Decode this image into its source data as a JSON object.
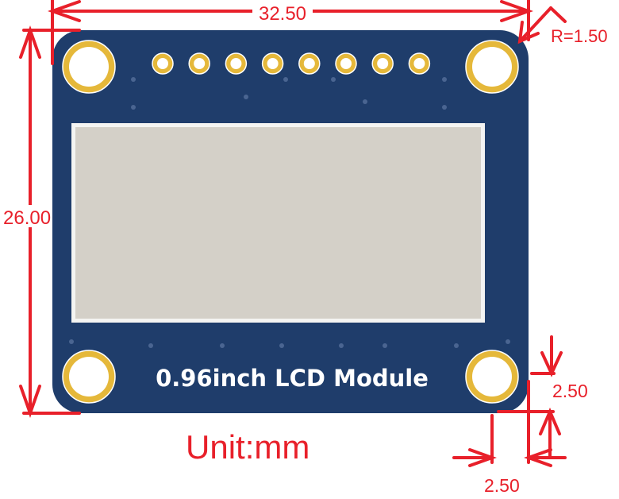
{
  "board": {
    "silkscreen_label": "0.96inch LCD Module",
    "pcb_color": "#1f3d6b",
    "pad_color": "#e5b83a",
    "screen_color": "#d4d0c8",
    "pin_count": 8
  },
  "dimensions": {
    "width": "32.50",
    "height": "26.00",
    "corner_radius": "R=1.50",
    "hole_offset_vertical": "2.50",
    "hole_offset_horizontal": "2.50",
    "unit": "Unit:mm",
    "color": "#e8202a"
  }
}
